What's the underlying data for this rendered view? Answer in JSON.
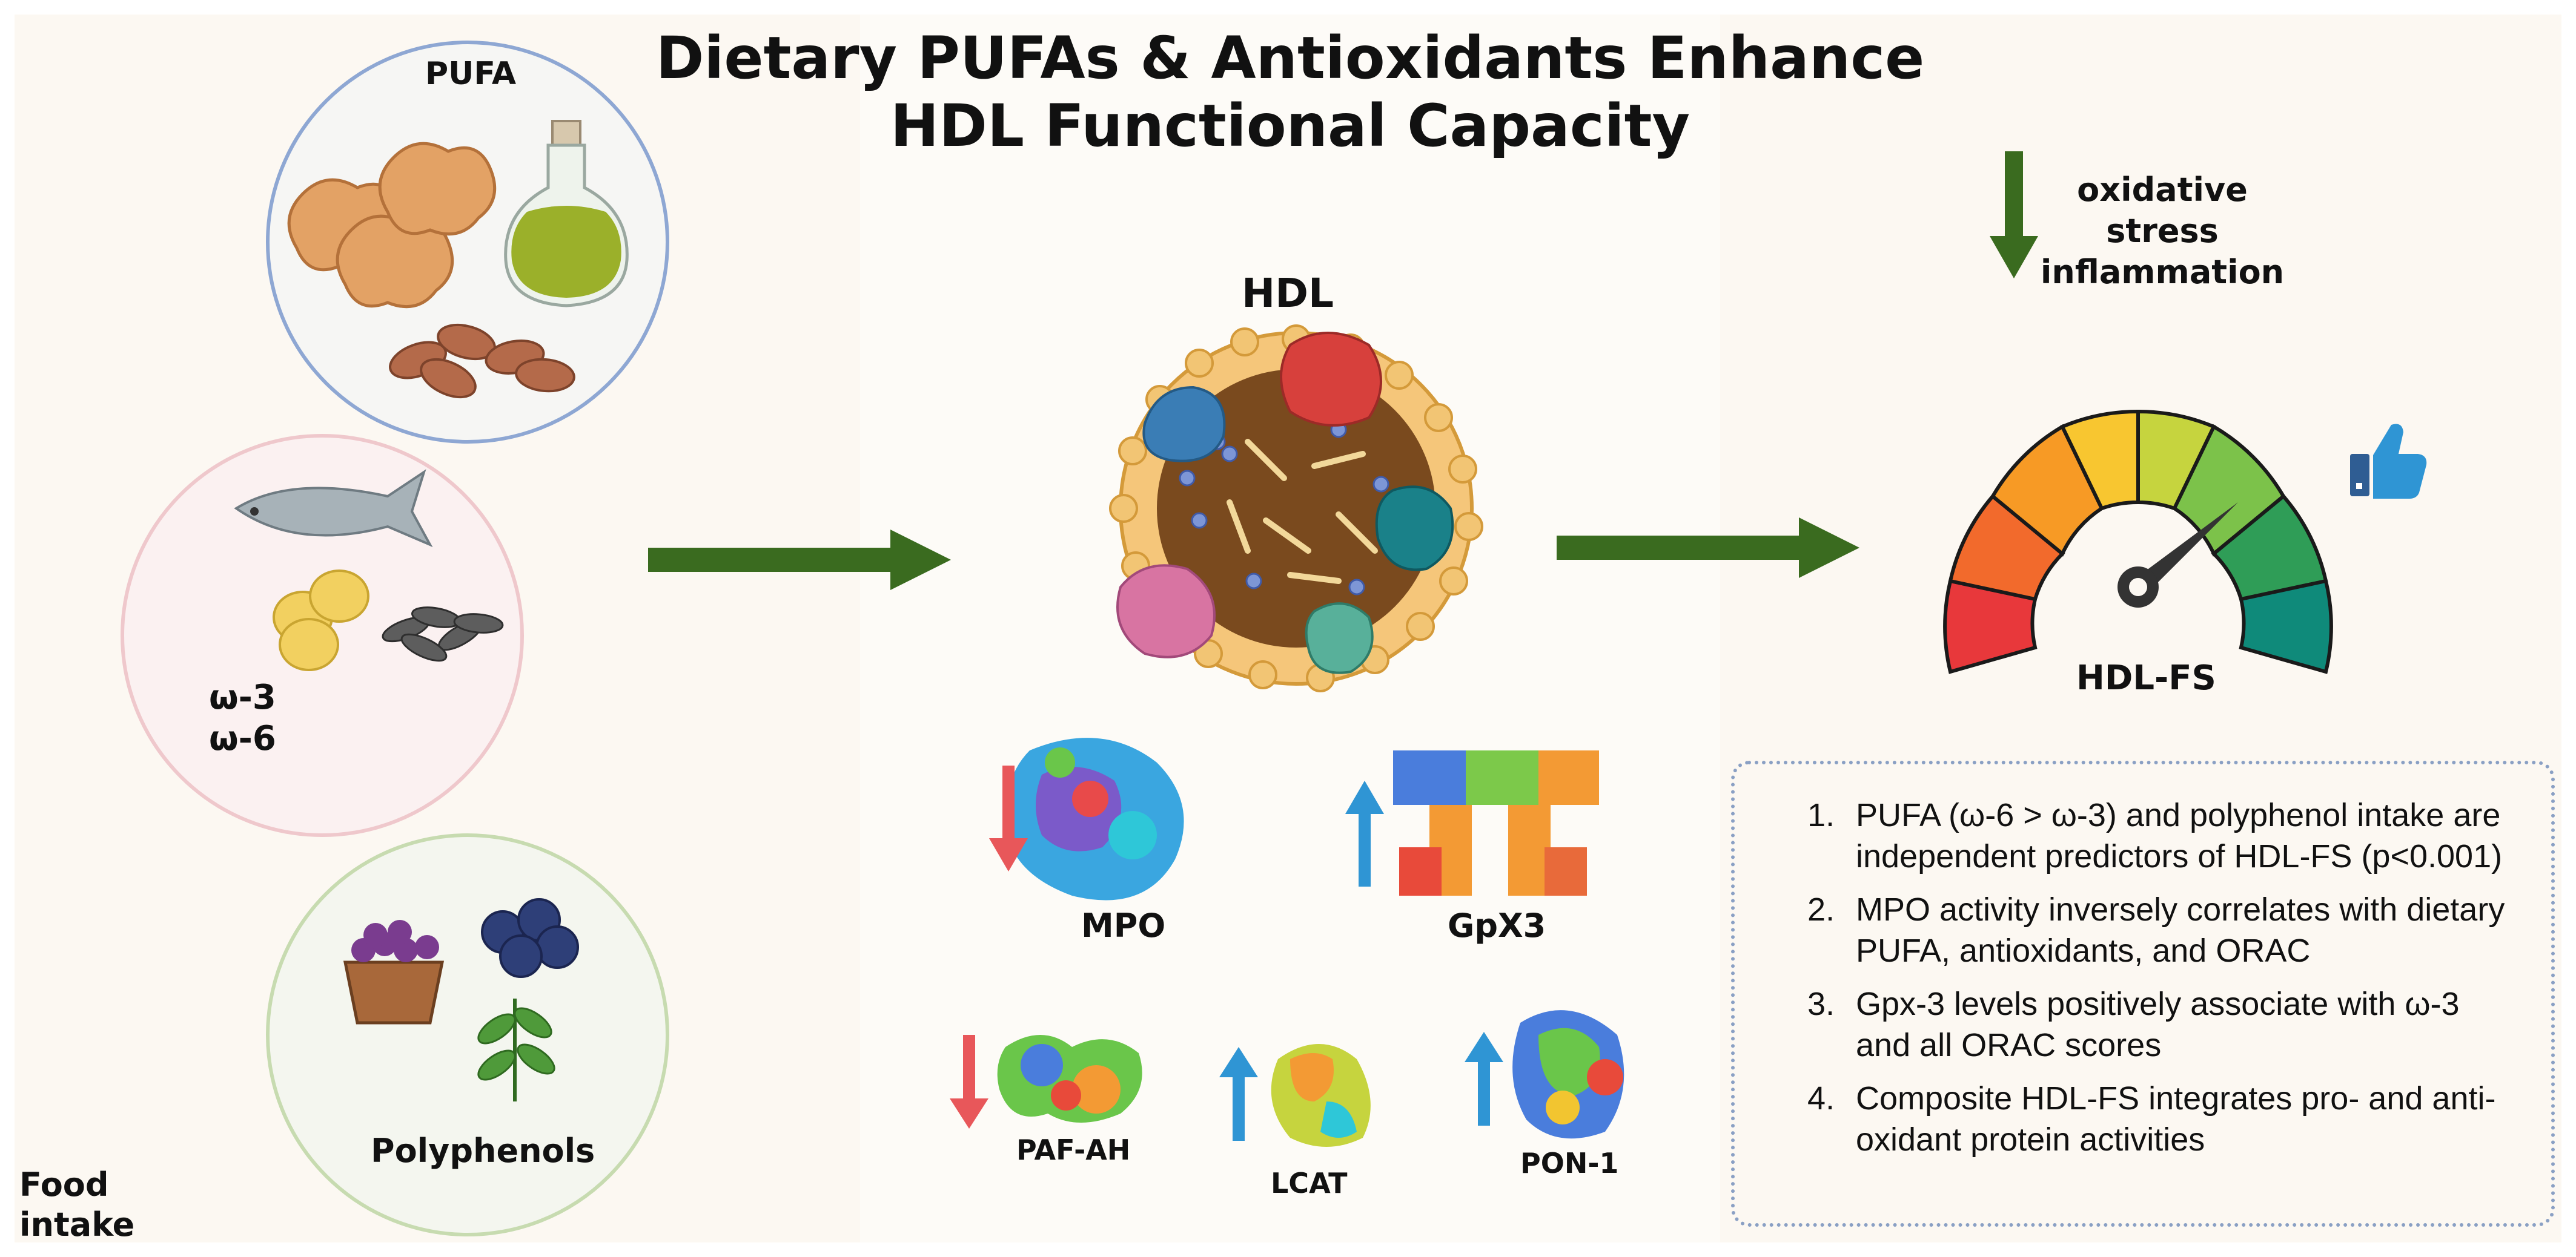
{
  "title": {
    "line1": "Dietary PUFAs & Antioxidants Enhance",
    "line2": "HDL Functional Capacity"
  },
  "left": {
    "pufa_label": "PUFA",
    "omega3_label": "ω-3",
    "omega6_label": "ω-6",
    "polyphenols_label": "Polyphenols",
    "food_intake_line1": "Food",
    "food_intake_line2": "intake"
  },
  "center": {
    "hdl_label": "HDL",
    "proteins": [
      {
        "label": "MPO",
        "trend": "down"
      },
      {
        "label": "GpX3",
        "trend": "up"
      },
      {
        "label": "PAF-AH",
        "trend": "down"
      },
      {
        "label": "LCAT",
        "trend": "up"
      },
      {
        "label": "PON-1",
        "trend": "up"
      }
    ]
  },
  "right": {
    "stress_line1": "oxidative stress",
    "stress_line2": "inflammation",
    "gauge_label": "HDL-FS",
    "icons": [
      "thumbs-up-icon",
      "down-arrow-icon"
    ]
  },
  "findings": [
    {
      "num": "1.",
      "text": "PUFA (ω-6 > ω-3) and polyphenol intake are independent predictors of HDL-FS (p<0.001)"
    },
    {
      "num": "2.",
      "text": "MPO activity inversely correlates with dietary PUFA, antioxidants, and ORAC"
    },
    {
      "num": "3.",
      "text": "Gpx-3 levels positively associate with ω-3 and all ORAC scores"
    },
    {
      "num": "4.",
      "text": "Composite HDL-FS integrates pro- and anti-oxidant protein activities"
    }
  ],
  "colors": {
    "arrow_green": "#3a6b1f",
    "down_red": "#e8575a",
    "up_blue": "#2f95d4",
    "pufa_circle": "#8ea7d3",
    "omega_circle": "#efc8cc",
    "polyphenol_circle": "#c7dbb0",
    "gauge": [
      "#e8383b",
      "#f26a2c",
      "#f79a25",
      "#f8c630",
      "#c6d43e",
      "#7cc24a",
      "#2f9d57",
      "#0f8a7a"
    ]
  }
}
